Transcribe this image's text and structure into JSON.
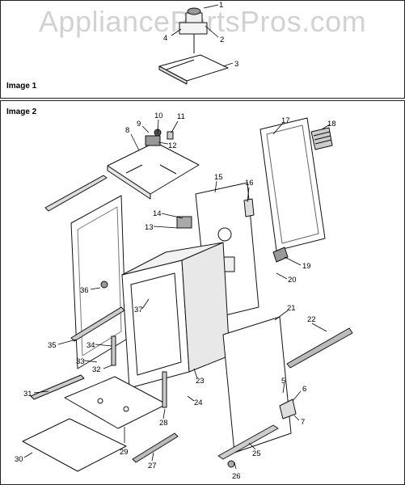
{
  "watermark": "AppliancePartsPros.com",
  "sections": [
    {
      "label": "Image 1"
    },
    {
      "label": "Image 2"
    }
  ],
  "callouts": [
    "1",
    "2",
    "3",
    "4",
    "5",
    "6",
    "7",
    "8",
    "9",
    "10",
    "11",
    "12",
    "13",
    "14",
    "15",
    "16",
    "17",
    "18",
    "19",
    "20",
    "21",
    "22",
    "23",
    "24",
    "25",
    "26",
    "27",
    "28",
    "29",
    "30",
    "31",
    "32",
    "33",
    "34",
    "35",
    "36",
    "37"
  ]
}
